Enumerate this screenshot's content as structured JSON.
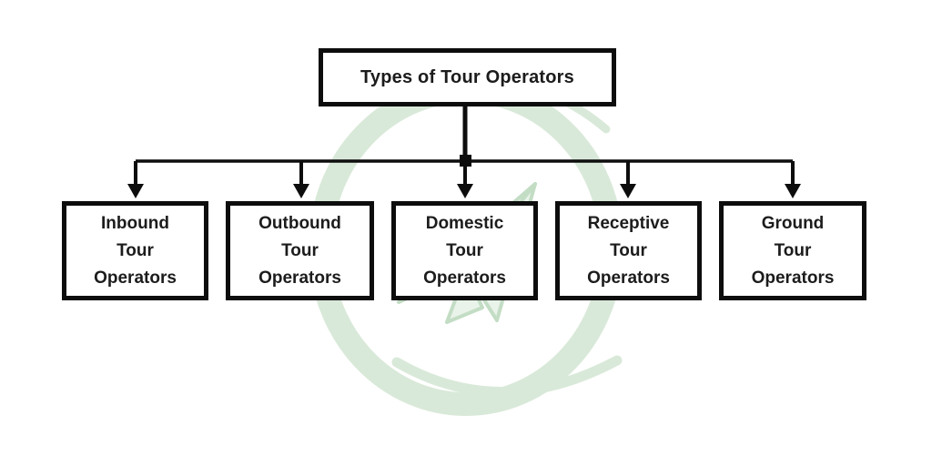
{
  "title": "Types of Tour Operators diagram",
  "diagram": {
    "type": "flowchart",
    "root": {
      "label": "Types of Tour Operators"
    },
    "children": [
      {
        "label": "Inbound\nTour\nOperators"
      },
      {
        "label": "Outbound\nTour\nOperators"
      },
      {
        "label": "Domestic\nTour\nOperators"
      },
      {
        "label": "Receptive\nTour\nOperators"
      },
      {
        "label": "Ground\nTour\nOperators"
      }
    ]
  },
  "icons": {
    "watermark": "travel-logo-watermark (green swoosh circle with paper plane)",
    "connector_arrows": "arrow-down-icon"
  },
  "colors": {
    "background": "#ffffff",
    "line": "#0d0d0d",
    "box_border": "#0d0d0d",
    "box_background": "#ffffff",
    "text": "#1c1c1c",
    "watermark_ring": "#d9e9d9",
    "watermark_plane_fill": "#e9f3e9",
    "watermark_plane_stroke": "#c3ddc5"
  }
}
